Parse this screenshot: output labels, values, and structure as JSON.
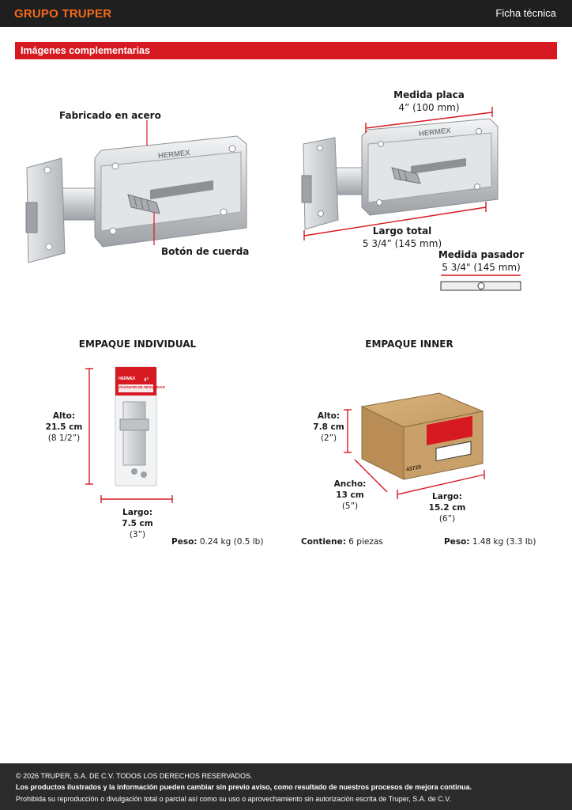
{
  "header": {
    "brand": "GRUPO TRUPER",
    "doc_type": "Ficha técnica"
  },
  "section": {
    "title": "Imágenes complementarias"
  },
  "product_left": {
    "material_label": "Fabricado en acero",
    "button_label": "Botón de cuerda",
    "engraving": "HERMEX"
  },
  "product_right": {
    "plate_label": "Medida placa",
    "plate_value": "4” (100 mm)",
    "total_label": "Largo total",
    "total_value": "5 3/4” (145 mm)",
    "pin_label": "Medida pasador",
    "pin_value": "5 3/4\" (145 mm)",
    "engraving": "HERMEX"
  },
  "individual": {
    "title": "EMPAQUE INDIVIDUAL",
    "alto_label": "Alto:",
    "alto_cm": "21.5 cm",
    "alto_in": "(8 1/2”)",
    "largo_label": "Largo:",
    "largo_cm": "7.5 cm",
    "largo_in": "(3”)",
    "peso_label": "Peso:",
    "peso_value": "0.24 kg (0.5 lb)",
    "package_brand": "HERMEX",
    "package_text": "PASADOR DE SEGURIDAD",
    "package_size": "4”"
  },
  "inner": {
    "title": "EMPAQUE INNER",
    "alto_label": "Alto:",
    "alto_cm": "7.8 cm",
    "alto_in": "(2”)",
    "ancho_label": "Ancho:",
    "ancho_cm": "13 cm",
    "ancho_in": "(5”)",
    "largo_label": "Largo:",
    "largo_cm": "15.2 cm",
    "largo_in": "(6”)",
    "contiene_label": "Contiene:",
    "contiene_value": "6 piezas",
    "peso_label": "Peso:",
    "peso_value": "1.48 kg (3.3 lb)",
    "box_code": "43720"
  },
  "footer": {
    "copyright": "© 2026 TRUPER, S.A. DE C.V. TODOS LOS DERECHOS RESERVADOS.",
    "disclaimer": "Los productos ilustrados y la información pueden cambiar sin previo aviso, como resultado de nuestros procesos de mejora continua.",
    "legal": "Prohibida su reproducción o divulgación total o parcial así como su uso o aprovechamiento sin autorización escrita de Truper, S.A. de C.V."
  },
  "colors": {
    "accent": "#d71921",
    "brand_orange": "#f26a1b",
    "bar_dark": "#1f1f1f",
    "steel": "#c9ccd0",
    "cardboard": "#c9a06a"
  }
}
